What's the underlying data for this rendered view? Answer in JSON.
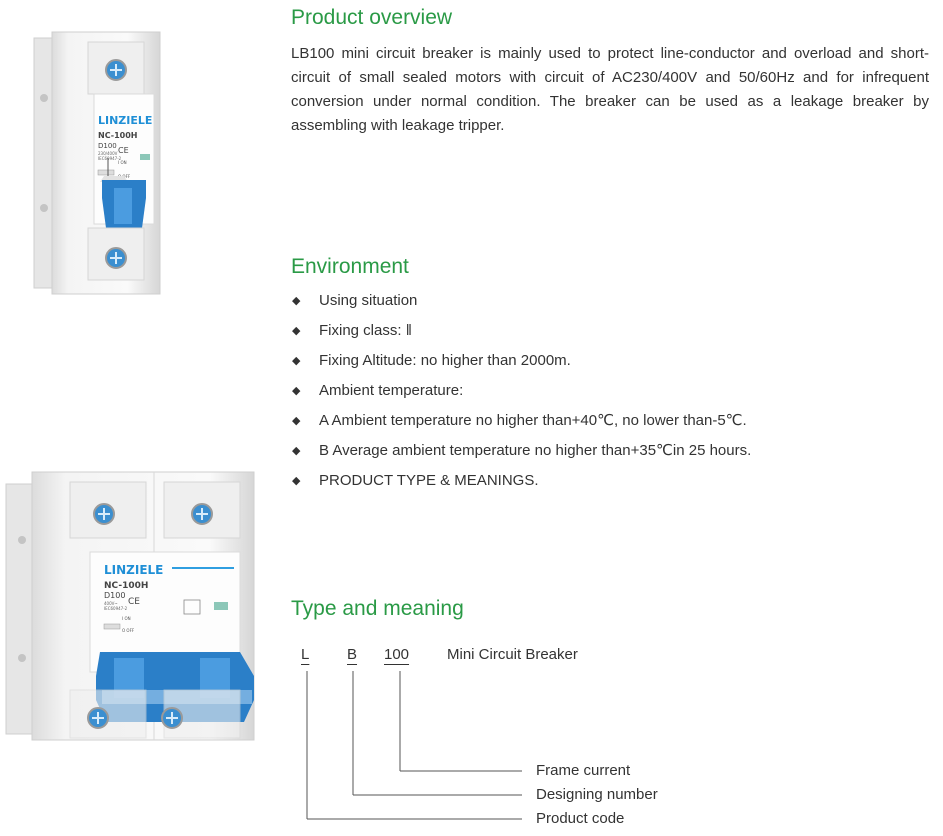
{
  "overview": {
    "title": "Product overview",
    "text": "LB100 mini circuit breaker is mainly used to protect line-conductor and overload and short-circuit of small sealed motors with circuit of AC230/400V and 50/60Hz and for infrequent conversion under normal condition. The breaker can be used as a leakage breaker by assembling with leakage tripper."
  },
  "environment": {
    "title": "Environment",
    "items": [
      "Using situation",
      "Fixing class: ‖",
      "Fixing Altitude: no higher than 2000m.",
      "Ambient temperature:",
      "A Ambient temperature no higher than+40℃, no lower than-5℃.",
      "B Average ambient temperature no higher than+35℃in 25 hours.",
      "PRODUCT TYPE & MEANINGS."
    ]
  },
  "type": {
    "title": "Type and meaning",
    "code": [
      "L",
      "B",
      "100"
    ],
    "description": "Mini Circuit Breaker",
    "labels": {
      "frame": "Frame current",
      "designing": "Designing number",
      "product": "Product code"
    }
  },
  "breaker1": {
    "brand": "LINZIELE",
    "model": "NC-100H",
    "rating": "D100",
    "voltage": "230/400V",
    "standard": "IEC60947-2",
    "on_label": "I ON",
    "off_label": "O OFF"
  },
  "breaker2": {
    "brand": "LINZIELE",
    "model": "NC-100H",
    "rating": "D100",
    "voltage": "400V~",
    "standard": "IEC60947-2",
    "on_label": "I ON",
    "off_label": "O OFF"
  },
  "colors": {
    "accent_green": "#2a9a46",
    "brand_blue": "#1f8fd6",
    "handle_blue": "#2b7fc8"
  }
}
